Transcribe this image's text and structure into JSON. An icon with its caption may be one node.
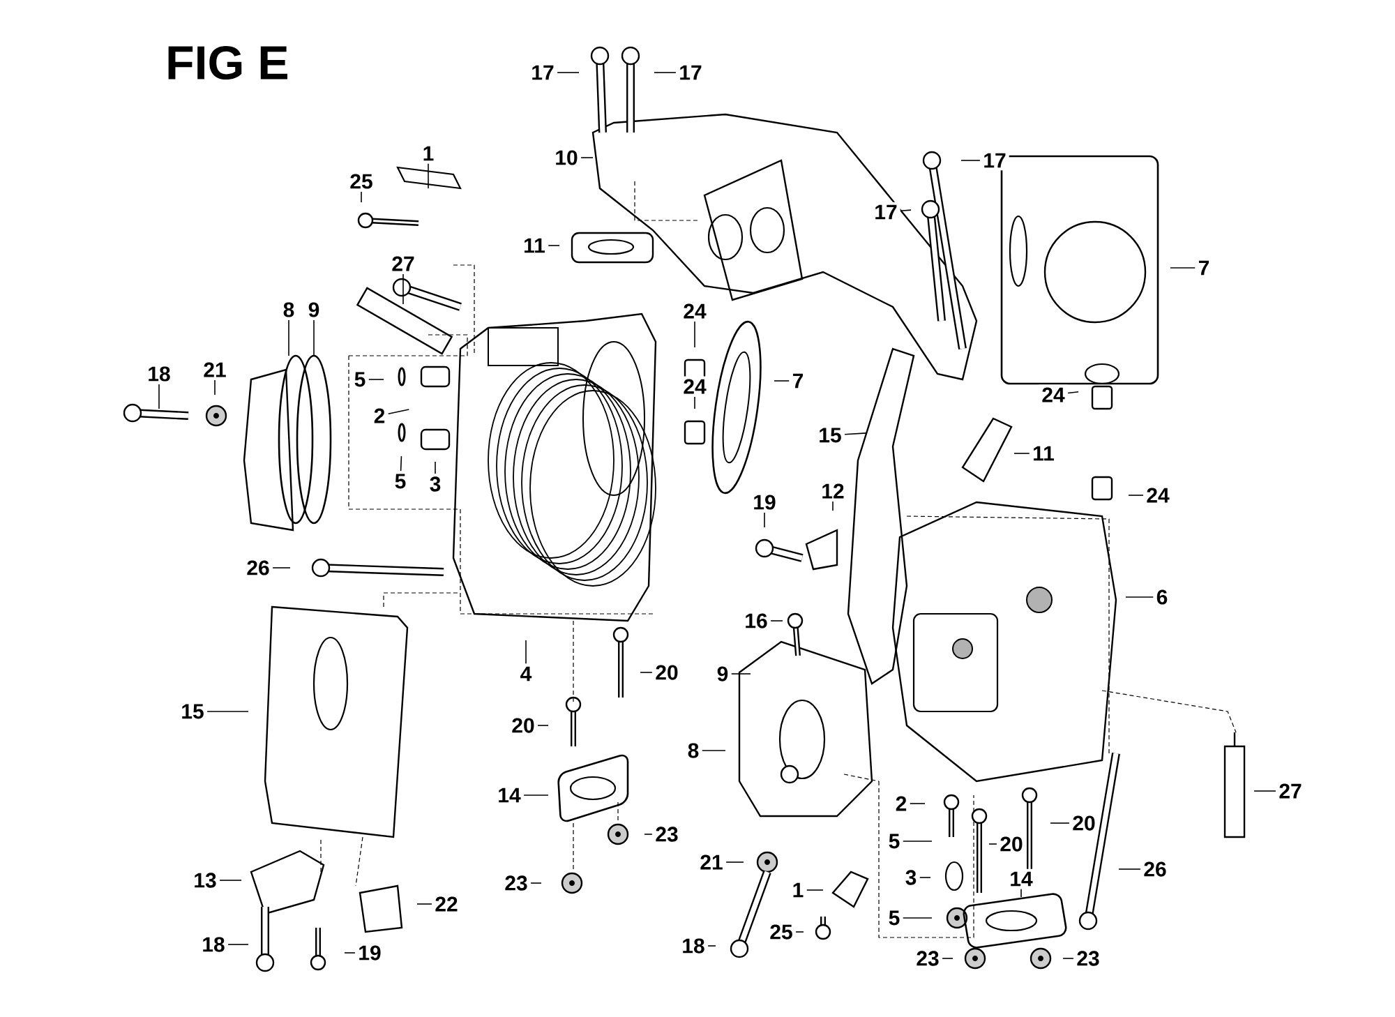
{
  "diagram": {
    "title": "FIG E",
    "nodes": [
      {
        "text": [
          "17"
        ]
      },
      {
        "text": [
          "17"
        ]
      },
      {
        "text": [
          "10"
        ]
      },
      {
        "text": [
          "1"
        ]
      },
      {
        "text": [
          "25"
        ]
      },
      {
        "text": [
          "11"
        ]
      },
      {
        "text": [
          "27"
        ]
      },
      {
        "text": [
          "8"
        ]
      },
      {
        "text": [
          "9"
        ]
      },
      {
        "text": [
          "18"
        ]
      },
      {
        "text": [
          "21"
        ]
      },
      {
        "text": [
          "5"
        ]
      },
      {
        "text": [
          "2"
        ]
      },
      {
        "text": [
          "5"
        ]
      },
      {
        "text": [
          "3"
        ]
      },
      {
        "text": [
          "26"
        ]
      },
      {
        "text": [
          "24"
        ]
      },
      {
        "text": [
          "24"
        ]
      },
      {
        "text": [
          "17"
        ]
      },
      {
        "text": [
          "17"
        ]
      },
      {
        "text": [
          "7"
        ]
      },
      {
        "text": [
          "7"
        ]
      },
      {
        "text": [
          "24"
        ]
      },
      {
        "text": [
          "15"
        ]
      },
      {
        "text": [
          "11"
        ]
      },
      {
        "text": [
          "24"
        ]
      },
      {
        "text": [
          "12"
        ]
      },
      {
        "text": [
          "19"
        ]
      },
      {
        "text": [
          "6"
        ]
      },
      {
        "text": [
          "16"
        ]
      },
      {
        "text": [
          "9"
        ]
      },
      {
        "text": [
          "8"
        ]
      },
      {
        "text": [
          "2"
        ]
      },
      {
        "text": [
          "5"
        ]
      },
      {
        "text": [
          "3"
        ]
      },
      {
        "text": [
          "5"
        ]
      },
      {
        "text": [
          "1"
        ]
      },
      {
        "text": [
          "21"
        ]
      },
      {
        "text": [
          "18"
        ]
      },
      {
        "text": [
          "25"
        ]
      },
      {
        "text": [
          "20"
        ]
      },
      {
        "text": [
          "20"
        ]
      },
      {
        "text": [
          "14"
        ]
      },
      {
        "text": [
          "23"
        ]
      },
      {
        "text": [
          "23"
        ]
      },
      {
        "text": [
          "26"
        ]
      },
      {
        "text": [
          "27"
        ]
      },
      {
        "text": [
          "4"
        ]
      },
      {
        "text": [
          "20"
        ]
      },
      {
        "text": [
          "20"
        ]
      },
      {
        "text": [
          "15"
        ]
      },
      {
        "text": [
          "14"
        ]
      },
      {
        "text": [
          "23"
        ]
      },
      {
        "text": [
          "23"
        ]
      },
      {
        "text": [
          "13"
        ]
      },
      {
        "text": [
          "22"
        ]
      },
      {
        "text": [
          "18"
        ]
      },
      {
        "text": [
          "19"
        ]
      }
    ],
    "edges": [
      {
        "from": 0,
        "to": null,
        "arrow": "none"
      },
      {
        "from": 1,
        "to": null,
        "arrow": "none"
      },
      {
        "from": 2,
        "to": null,
        "arrow": "none"
      },
      {
        "from": 3,
        "to": null,
        "arrow": "none"
      },
      {
        "from": 4,
        "to": null,
        "arrow": "none"
      },
      {
        "from": 5,
        "to": null,
        "arrow": "none"
      },
      {
        "from": 6,
        "to": null,
        "arrow": "none"
      },
      {
        "from": 7,
        "to": null,
        "arrow": "none"
      },
      {
        "from": 8,
        "to": null,
        "arrow": "none"
      },
      {
        "from": 9,
        "to": null,
        "arrow": "none"
      },
      {
        "from": 10,
        "to": null,
        "arrow": "none"
      },
      {
        "from": 11,
        "to": null,
        "arrow": "none"
      },
      {
        "from": 12,
        "to": null,
        "arrow": "none"
      },
      {
        "from": 13,
        "to": null,
        "arrow": "none"
      },
      {
        "from": 14,
        "to": null,
        "arrow": "none"
      },
      {
        "from": 15,
        "to": null,
        "arrow": "none"
      },
      {
        "from": 16,
        "to": null,
        "arrow": "none"
      },
      {
        "from": 17,
        "to": null,
        "arrow": "none"
      },
      {
        "from": 18,
        "to": null,
        "arrow": "none"
      },
      {
        "from": 19,
        "to": null,
        "arrow": "none"
      },
      {
        "from": 20,
        "to": null,
        "arrow": "none"
      },
      {
        "from": 21,
        "to": null,
        "arrow": "none"
      },
      {
        "from": 22,
        "to": null,
        "arrow": "none"
      },
      {
        "from": 23,
        "to": null,
        "arrow": "none"
      },
      {
        "from": 24,
        "to": null,
        "arrow": "none"
      },
      {
        "from": 25,
        "to": null,
        "arrow": "none"
      },
      {
        "from": 26,
        "to": null,
        "arrow": "none"
      },
      {
        "from": 27,
        "to": null,
        "arrow": "none"
      },
      {
        "from": 28,
        "to": null,
        "arrow": "none"
      },
      {
        "from": 29,
        "to": null,
        "arrow": "none"
      },
      {
        "from": 30,
        "to": null,
        "arrow": "none"
      },
      {
        "from": 31,
        "to": null,
        "arrow": "none"
      },
      {
        "from": 32,
        "to": null,
        "arrow": "none"
      },
      {
        "from": 33,
        "to": null,
        "arrow": "none"
      },
      {
        "from": 34,
        "to": null,
        "arrow": "none"
      },
      {
        "from": 35,
        "to": null,
        "arrow": "none"
      },
      {
        "from": 36,
        "to": null,
        "arrow": "none"
      },
      {
        "from": 37,
        "to": null,
        "arrow": "none"
      },
      {
        "from": 38,
        "to": null,
        "arrow": "none"
      },
      {
        "from": 39,
        "to": null,
        "arrow": "none"
      },
      {
        "from": 40,
        "to": null,
        "arrow": "none"
      },
      {
        "from": 41,
        "to": null,
        "arrow": "none"
      },
      {
        "from": 42,
        "to": null,
        "arrow": "none"
      },
      {
        "from": 43,
        "to": null,
        "arrow": "none"
      },
      {
        "from": 44,
        "to": null,
        "arrow": "none"
      },
      {
        "from": 45,
        "to": null,
        "arrow": "none"
      },
      {
        "from": 46,
        "to": null,
        "arrow": "none"
      },
      {
        "from": 47,
        "to": null,
        "arrow": "none"
      },
      {
        "from": 48,
        "to": null,
        "arrow": "none"
      },
      {
        "from": 49,
        "to": null,
        "arrow": "none"
      },
      {
        "from": 50,
        "to": null,
        "arrow": "none"
      },
      {
        "from": 51,
        "to": null,
        "arrow": "none"
      },
      {
        "from": 52,
        "to": null,
        "arrow": "none"
      },
      {
        "from": 53,
        "to": null,
        "arrow": "none"
      },
      {
        "from": 54,
        "to": null,
        "arrow": "none"
      },
      {
        "from": 55,
        "to": null,
        "arrow": "none"
      },
      {
        "from": 56,
        "to": null,
        "arrow": "none"
      },
      {
        "from": 57,
        "to": null,
        "arrow": "none"
      }
    ]
  }
}
